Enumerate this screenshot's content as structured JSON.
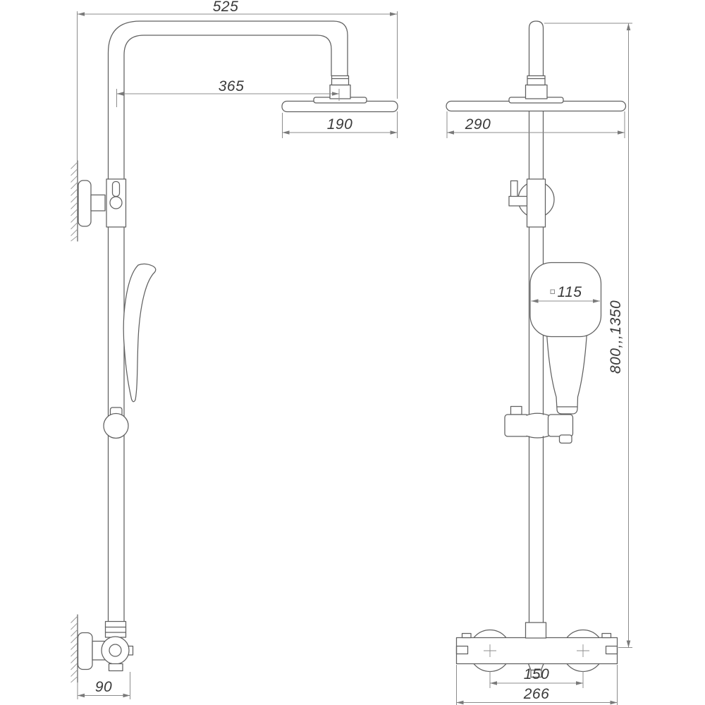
{
  "dimensions": {
    "arm_span": "525",
    "arm_reach": "365",
    "rain_head_side": "190",
    "rain_head_front": "290",
    "hand_shower_head": "115",
    "height_range": "800,,,1350",
    "wall_offset": "90",
    "mixer_valve_spacing": "150",
    "mixer_width": "266"
  }
}
